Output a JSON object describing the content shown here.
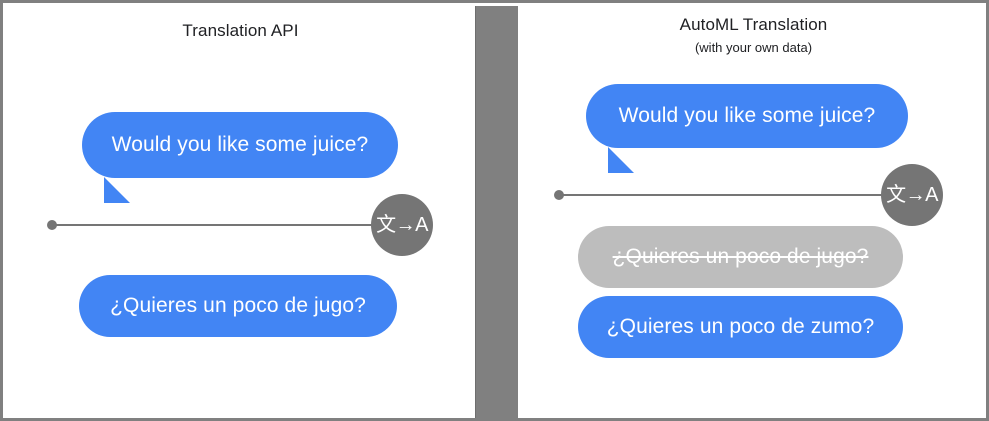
{
  "colors": {
    "bubble_blue": "#4285F4",
    "bubble_gray": "#BDBDBD",
    "divider_gray": "#808080",
    "timeline_gray": "#757575",
    "text_dark": "#202124",
    "text_light": "#FFFFFF"
  },
  "panels": [
    {
      "id": "translation-api",
      "title": "Translation API",
      "subtitle": "",
      "timeline": {
        "icon_label": "文→A",
        "icon_name": "translate-icon"
      },
      "messages": [
        {
          "text": "Would you like some juice?",
          "style": "blue",
          "tail": true,
          "strikethrough": false
        },
        {
          "text": "¿Quieres un poco de jugo?",
          "style": "blue",
          "tail": false,
          "strikethrough": false
        }
      ]
    },
    {
      "id": "automl-translation",
      "title": "AutoML Translation",
      "subtitle": "(with your own data)",
      "timeline": {
        "icon_label": "文→A",
        "icon_name": "translate-icon"
      },
      "messages": [
        {
          "text": "Would you like some juice?",
          "style": "blue",
          "tail": true,
          "strikethrough": false
        },
        {
          "text": "¿Quieres un poco de jugo?",
          "style": "gray",
          "tail": false,
          "strikethrough": true
        },
        {
          "text": "¿Quieres un poco de zumo?",
          "style": "blue",
          "tail": false,
          "strikethrough": false
        }
      ]
    }
  ]
}
